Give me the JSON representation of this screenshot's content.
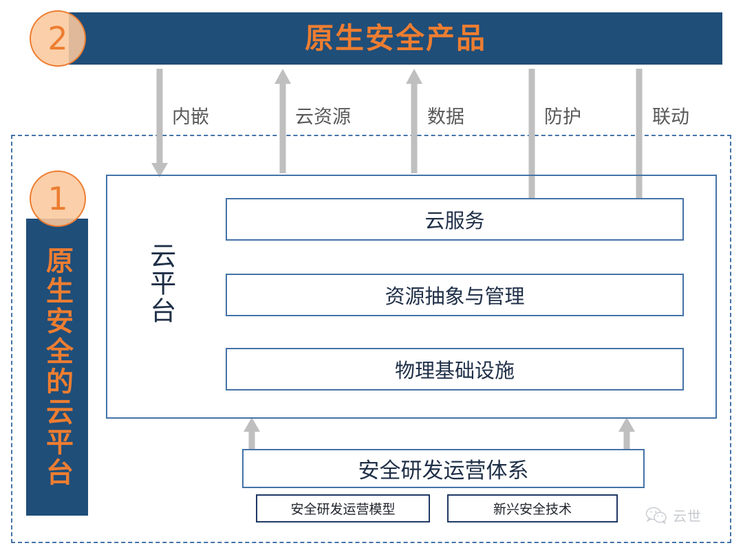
{
  "banner": {
    "badge": "2",
    "title": "原生安全产品"
  },
  "sidebar": {
    "badge": "1",
    "title": "原生安全的云平台"
  },
  "flows": [
    {
      "label": "内嵌",
      "direction": "down"
    },
    {
      "label": "云资源",
      "direction": "up"
    },
    {
      "label": "数据",
      "direction": "up"
    },
    {
      "label": "防护",
      "direction": "down"
    },
    {
      "label": "联动",
      "direction": "down"
    }
  ],
  "platform": {
    "label": "云平台",
    "layers": [
      "云服务",
      "资源抽象与管理",
      "物理基础设施"
    ]
  },
  "devops": {
    "title": "安全研发运营体系",
    "sub_boxes": [
      "安全研发运营模型",
      "新兴安全技术"
    ]
  },
  "watermark": {
    "icon": "wechat-icon",
    "text": "云世"
  },
  "colors": {
    "navy": "#1F4E79",
    "orange": "#ED7D31",
    "peach": "#FBC89D",
    "box_border": "#4472A8",
    "dashed_border": "#4472A8",
    "text_dark": "#1F2F47",
    "arrow_gray": "#BFBFBF",
    "label_gray": "#595959"
  }
}
